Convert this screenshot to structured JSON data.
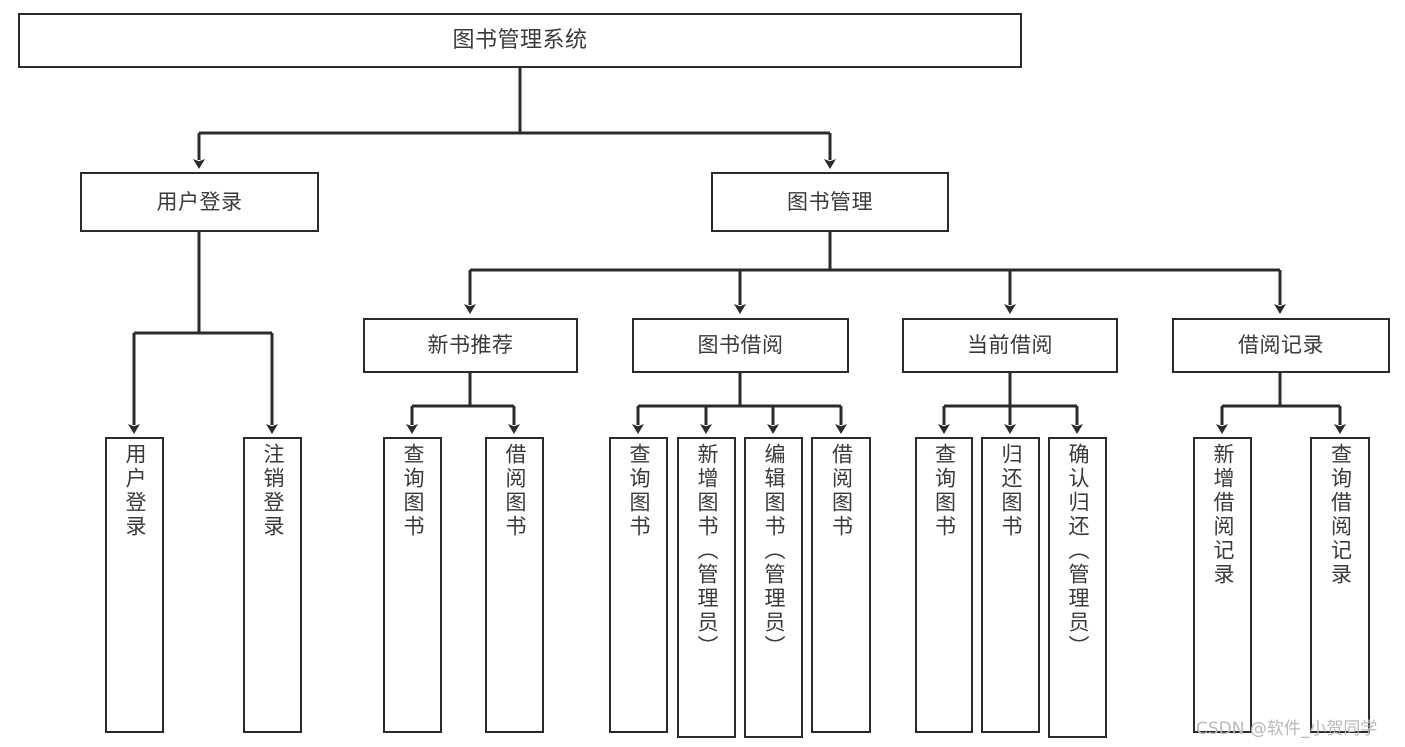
{
  "diagram": {
    "title": "图书管理系统",
    "type": "hierarchy-tree",
    "orientation": "top-down",
    "line_color": "#2b2b2b",
    "text_color": "#3a3a3a",
    "background": "#ffffff",
    "levels": 4
  },
  "nodes": {
    "root": {
      "label": "图书管理系统"
    },
    "level2": [
      {
        "label": "用户登录"
      },
      {
        "label": "图书管理"
      }
    ],
    "level3": [
      {
        "label": "新书推荐"
      },
      {
        "label": "图书借阅"
      },
      {
        "label": "当前借阅"
      },
      {
        "label": "借阅记录"
      }
    ],
    "leaves_user_login": [
      {
        "label": "用户登录"
      },
      {
        "label": "注销登录"
      }
    ],
    "leaves_new_book": [
      {
        "label": "查询图书"
      },
      {
        "label": "借阅图书"
      }
    ],
    "leaves_borrow": [
      {
        "label": "查询图书"
      },
      {
        "label": "新增图书（管理员）"
      },
      {
        "label": "编辑图书（管理员）"
      },
      {
        "label": "借阅图书"
      }
    ],
    "leaves_current": [
      {
        "label": "查询图书"
      },
      {
        "label": "归还图书"
      },
      {
        "label": "确认归还（管理员）"
      }
    ],
    "leaves_record": [
      {
        "label": "新增借阅记录"
      },
      {
        "label": "查询借阅记录"
      }
    ]
  },
  "watermark": {
    "text": "CSDN @软件_小贺同学"
  }
}
